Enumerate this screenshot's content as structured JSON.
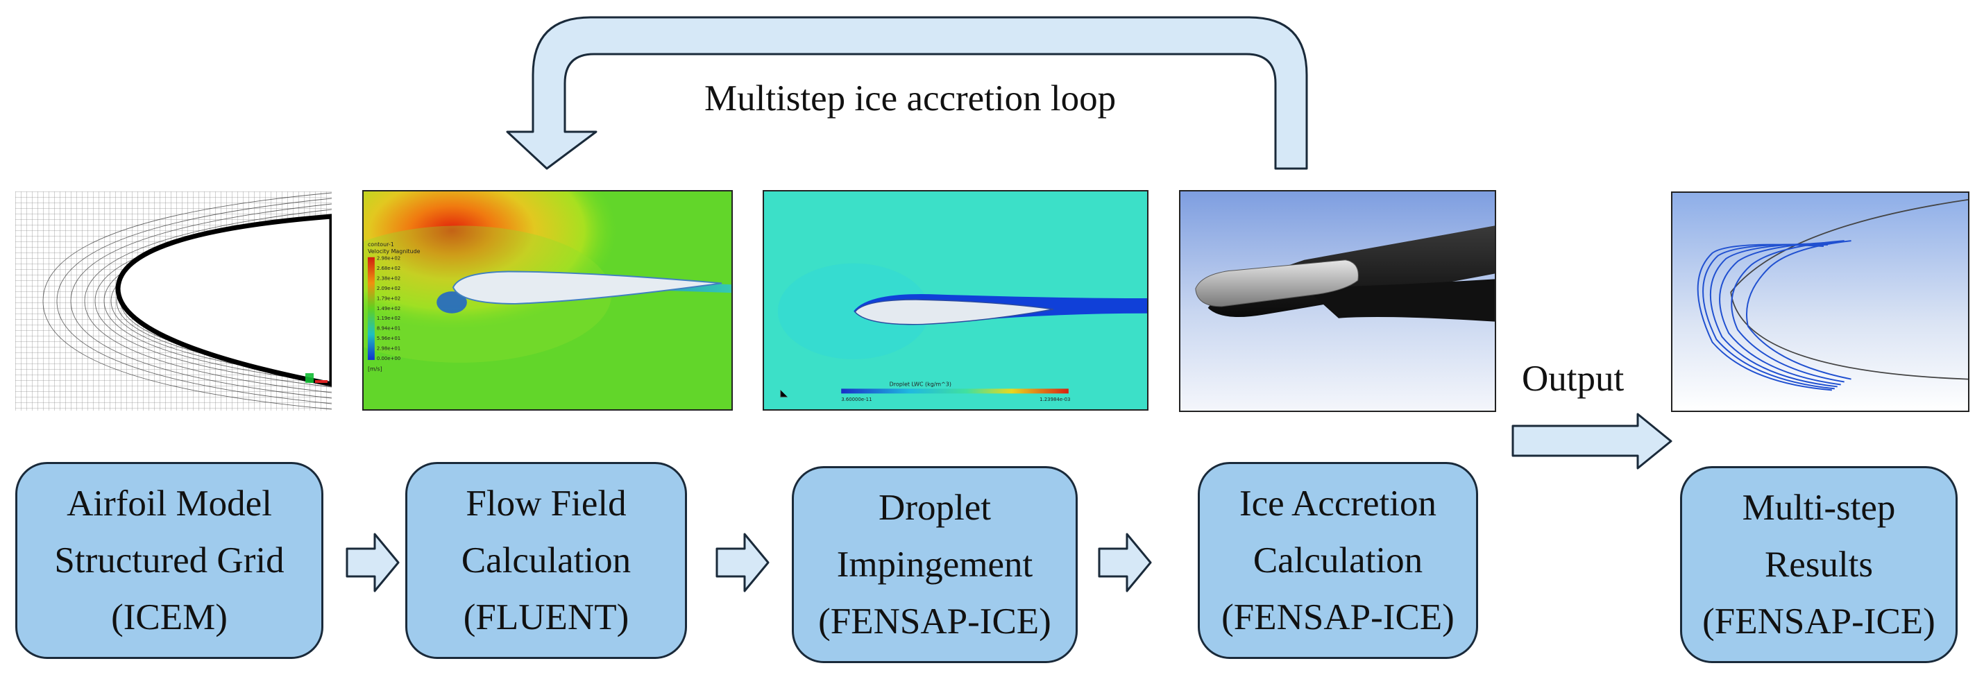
{
  "loop_label": "Multistep ice accretion loop",
  "output_label": "Output",
  "stages": [
    {
      "lines": [
        "Airfoil Model",
        "Structured Grid",
        "(ICEM)"
      ]
    },
    {
      "lines": [
        "Flow Field",
        "Calculation",
        "(FLUENT)"
      ]
    },
    {
      "lines": [
        "Droplet",
        "Impingement",
        "(FENSAP-ICE)"
      ]
    },
    {
      "lines": [
        "Ice Accretion",
        "Calculation",
        "(FENSAP-ICE)"
      ]
    },
    {
      "lines": [
        "Multi-step",
        "Results",
        "(FENSAP-ICE)"
      ]
    }
  ],
  "colors": {
    "box_fill": "#9fcbed",
    "arrow_fill": "#d6e8f7",
    "outline": "#1a2a3a"
  },
  "panels": {
    "flow": {
      "legend_title_1": "contour-1",
      "legend_title_2": "Velocity Magnitude",
      "legend_values": [
        "2.98e+02",
        "2.68e+02",
        "2.38e+02",
        "2.09e+02",
        "1.79e+02",
        "1.49e+02",
        "1.19e+02",
        "8.94e+01",
        "5.96e+01",
        "2.98e+01",
        "0.00e+00"
      ],
      "legend_unit": "[m/s]"
    },
    "droplet": {
      "colorbar_title": "Droplet LWC (kg/m^3)",
      "colorbar_min": "3.60000e-11",
      "colorbar_max": "1.23984e-03"
    }
  }
}
